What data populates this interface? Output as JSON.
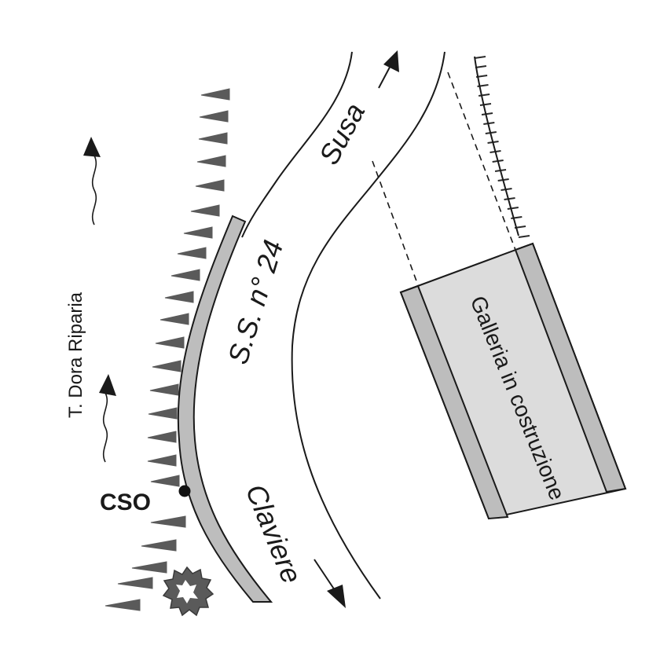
{
  "labels": {
    "river": "T. Dora Riparia",
    "road": "S.S. n° 24",
    "direction_north": "Susa",
    "direction_south": "Claviere",
    "tunnel": "Galleria in costruzione",
    "point": "CSO"
  },
  "colors": {
    "line": "#1a1a1a",
    "wall_fill": "#bdbdbd",
    "tunnel_fill": "#dcdcdc",
    "hachure": "#5a5a5a"
  },
  "icons": [
    "arrow-up-icon",
    "arrow-down-icon",
    "flow-arrow-icon",
    "rockfall-icon",
    "point-marker-icon"
  ]
}
